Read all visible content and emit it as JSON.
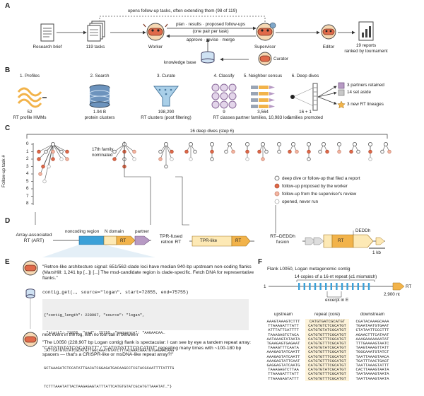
{
  "panelA": {
    "label": "A",
    "loop_note": "opens follow-up tasks, often extending them (98 of 119)",
    "research_brief": "Research brief",
    "tasks": "119 tasks",
    "worker": "Worker",
    "supervisor": "Supervisor",
    "editor": "Editor",
    "reports_line1": "19 reports",
    "reports_line2": "ranked by tournament",
    "plan_results": "plan · results · proposed follow-ups",
    "one_pair": "(one pair per task)",
    "approve_revise": "approve · revise · merge",
    "knowledge_base": "knowledge base",
    "curator": "Curator"
  },
  "panelB": {
    "label": "B",
    "steps": [
      {
        "title": "1. Profiles",
        "value": "52",
        "desc": "RT profile HMMs"
      },
      {
        "title": "2. Search",
        "value": "1.94 B",
        "desc": "protein clusters"
      },
      {
        "title": "3. Curate",
        "value": "198,290",
        "desc": "RT clusters (post filtering)"
      },
      {
        "title": "4. Classify",
        "value": "9",
        "desc": "RT classes"
      },
      {
        "title": "5. Neighbor census",
        "value": "3,564",
        "desc": "partner families, 10,983 loci"
      },
      {
        "title": "6. Deep dives",
        "value": "16 + 1",
        "desc": "families promoted"
      }
    ],
    "outcomes": [
      {
        "label": "3 partners retained",
        "color": "#b79ac4"
      },
      {
        "label": "14 set aside",
        "color": "#c8c8c8"
      },
      {
        "label": "3 new RT lineages",
        "color": "#f2b34a"
      }
    ]
  },
  "panelC": {
    "label": "C",
    "bracket_label": "16 deep dives (step 6)",
    "y_axis_label": "Follow-up task #",
    "y_ticks": [
      "0",
      "1",
      "2",
      "3",
      "4",
      "5",
      "6",
      "7",
      "8"
    ],
    "nominated_line1": "17th family",
    "nominated_line2": "nominated",
    "legend": [
      {
        "label": "deep dive or follow-up that filed a report",
        "fill": "#ffffff",
        "stroke": "#555555"
      },
      {
        "label": "follow-up proposed by the worker",
        "fill": "#e06a4a",
        "stroke": "#b04a30"
      },
      {
        "label": "follow-up from the supervisor's review",
        "fill": "#f4b6a3",
        "stroke": "#c9826b"
      },
      {
        "label": "opened, never run",
        "fill": "#ffffff",
        "stroke": "#aaaaaa"
      }
    ]
  },
  "panelD": {
    "label": "D",
    "art_line1": "Array-associated",
    "art_line2": "RT (ART)",
    "noncoding": "noncoding region",
    "ndomain": "N domain",
    "rt": "RT",
    "partner": "partner",
    "tpr_line1": "TPR-fused",
    "tpr_line2": "retron RT",
    "tpr_like": "TPR-like",
    "rt2": "RT",
    "dedd_line1": "RT–DEDDh",
    "dedd_line2": "fusion",
    "rt3": "RT",
    "deddh": "DEDDh",
    "scale": "1 kb"
  },
  "panelE": {
    "label": "E",
    "quote1": "\"Retron-like architecture signal: 651/562-clade loci have median 940-bp upstream non-coding flanks (MarsHill: 1,241 bp [...]) [...] The msd-candidate region is clade-specific. Fetch DNA for representative flanks.\"",
    "call": "contig_get(…, source=\"logan\", start=72855, end=75755)",
    "json_lines": [
      "{\"contig_length\": 228907, \"source\": \"logan\",",
      " \"start\": 72855, \"end\": 75755, \"sequence\": \"AAGAACAA…",
      "…ATTCATGTGTATCGCATGTTGGCAAATGTATCTTTACAAACAAATGTGAGAACAAG",
      "GCTAAAGATCTCCATATTGACATCGGAGATGACAAGCCTCGTACGCAATTTTATTTG",
      "TCTTTAAATATTACTAAGAGAGTATTTATTCATGTGTATCGCATGTTAAATAT…\"}"
    ],
    "next_event": "next event in the log, with no tool call in between",
    "quote2": "\"The L0050 (228,907 bp Logan contig) flank is spectacular: I can see by eye a tandem repeat array: \"CATGTGTATCGCATGTT\" / \"CATGTGTTTCGCATGT\" repeating many times with ~100-180 bp spacers — that's a CRISPR-like or msDNA-like repeat array?!\""
  },
  "panelF": {
    "label": "F",
    "title": "Flank L0050, Logan metagenomic contig",
    "copies": "14 copies of a 16-nt repeat (≤1 mismatch)",
    "start": "1",
    "end": "2,900 nt",
    "rt": "RT",
    "excerpt": "excerpt in E",
    "col_upstream": "upstream",
    "col_core": "repeat (core)",
    "col_downstream": "downstream",
    "rows": [
      [
        "AAAGTAAAGTCTTT",
        "CATGTGATCGCATGT",
        "CGATACAAAGCAAA"
      ],
      [
        "TTAAAGATTTATT",
        "CATGTGTCTCGCATGT",
        "TGAATAATGTGAAT"
      ],
      [
        "ATTTATTCATTTT",
        "CATGTGTATCGCATGT",
        "CTATAATTCCCTTT"
      ],
      [
        "TAAAGAGTCTACA",
        "CATGTGTTTCGCATGT",
        "AGAACTTTCATAAT"
      ],
      [
        "AATAAAGTATAATA",
        "CATGTGTTTCGCATGT",
        "AAAGAAAAAAATAT"
      ],
      [
        "TGAAGAGTGAGAAT",
        "CATGTGTTTCGCATGT",
        "TTTGAAAAGTAATC"
      ],
      [
        "TAAAGTTTCAATA",
        "CATGTGTATCGCATGT",
        "TAAGTAAAGTTATT"
      ],
      [
        "AAAGAGTATCAATT",
        "CATGTGTTTCGCATGT",
        "TGGCAAATGTATCT"
      ],
      [
        "AAAGAGTATCAATT",
        "CATGTGTTTCGCATGT",
        "TAATTAAAGTAACA"
      ],
      [
        "AAAGAGTATTCAAT",
        "CATGTGTTTCGCATGT",
        "TGATTTAACTGAGT"
      ],
      [
        "GAGGAGTATCAATG",
        "CATGTGTTTCGCATGT",
        "TAATTAAAGTATTT"
      ],
      [
        "TAAAGAGTCTTAA",
        "CATGTGTATCGCATGT",
        "CACTTAAAGTAATA"
      ],
      [
        "TTAAAGATTTATT",
        "CATGTGTTTCGCATGT",
        "TAATAAAAGTAATA"
      ],
      [
        "TTAAAGAGTATTT",
        "CATGTGTTTCGCATGT",
        "TAATTAAAGTAATA"
      ]
    ]
  }
}
